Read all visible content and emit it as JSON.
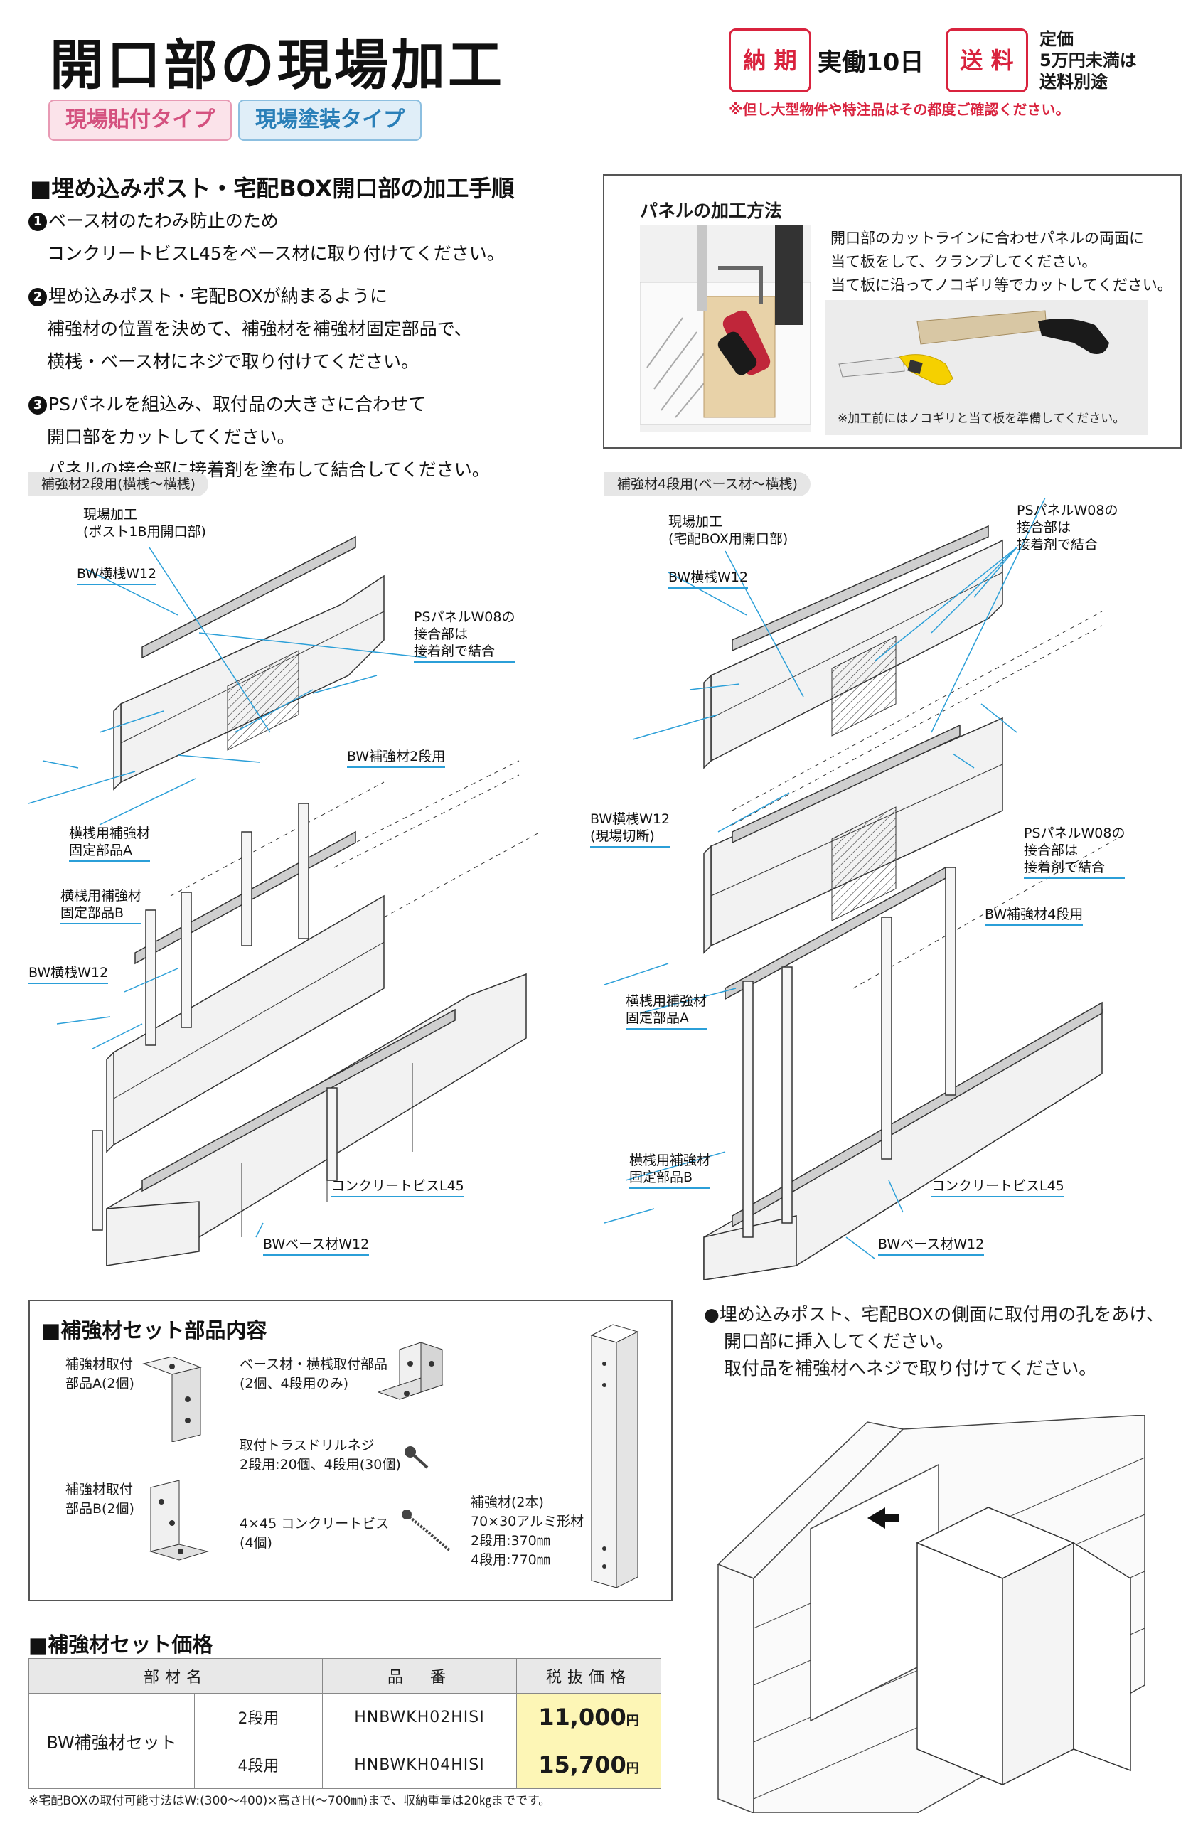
{
  "header": {
    "title": "開口部の現場加工",
    "tags": [
      "現場貼付タイプ",
      "現場塗装タイプ"
    ],
    "delivery_label": "納 期",
    "delivery_value": "実働10日",
    "shipping_label": "送 料",
    "shipping_value_lines": [
      "定価",
      "5万円未満は",
      "送料別途"
    ],
    "notice": "※但し大型物件や特注品はその都度ご確認ください。"
  },
  "procedure": {
    "heading": "■埋め込みポスト・宅配BOX開口部の加工手順",
    "steps": [
      {
        "num": "1",
        "lines": [
          "ベース材のたわみ防止のため",
          "コンクリートビスL45をベース材に取り付けてください。"
        ]
      },
      {
        "num": "2",
        "lines": [
          "埋め込みポスト・宅配BOXが納まるように",
          "補強材の位置を決めて、補強材を補強材固定部品で、",
          "横桟・ベース材にネジで取り付けてください。"
        ]
      },
      {
        "num": "3",
        "lines": [
          "PSパネルを組込み、取付品の大きさに合わせて",
          "開口部をカットしてください。",
          "パネルの接合部に接着剤を塗布して結合してください。"
        ]
      }
    ]
  },
  "panel_method": {
    "title": "パネルの加工方法",
    "lines": [
      "開口部のカットラインに合わせパネルの両面に",
      "当て板をして、クランプしてください。",
      "当て板に沿ってノコギリ等でカットしてください。"
    ],
    "note": "※加工前にはノコギリと当て板を準備してください。"
  },
  "diagram_left": {
    "label": "補強材2段用(横桟～横桟)",
    "callouts": {
      "opening": [
        "現場加工",
        "(ポスト1B用開口部)"
      ],
      "bw_rail_top": "BW横桟W12",
      "ps_panel": [
        "PSパネルW08の",
        "接合部は",
        "接着剤で結合"
      ],
      "reinforce": "BW補強材2段用",
      "part_a": [
        "横桟用補強材",
        "固定部品A"
      ],
      "part_b": [
        "横桟用補強材",
        "固定部品B"
      ],
      "bw_rail_bottom": "BW横桟W12",
      "screw": "コンクリートビスL45",
      "base": "BWベース材W12"
    }
  },
  "diagram_right": {
    "label": "補強材4段用(ベース材～横桟)",
    "callouts": {
      "opening": [
        "現場加工",
        "(宅配BOX用開口部)"
      ],
      "bw_rail_top": "BW横桟W12",
      "ps_panel_top": [
        "PSパネルW08の",
        "接合部は",
        "接着剤で結合"
      ],
      "bw_rail_cut": [
        "BW横桟W12",
        "(現場切断)"
      ],
      "ps_panel_mid": [
        "PSパネルW08の",
        "接合部は",
        "接着剤で結合"
      ],
      "reinforce": "BW補強材4段用",
      "part_a": [
        "横桟用補強材",
        "固定部品A"
      ],
      "part_b": [
        "横桟用補強材",
        "固定部品B"
      ],
      "screw": "コンクリートビスL45",
      "base": "BWベース材W12"
    }
  },
  "parts_set": {
    "heading": "■補強材セット部品内容",
    "part_a": [
      "補強材取付",
      "部品A(2個)"
    ],
    "base_parts": [
      "ベース材・横桟取付部品",
      "(2個、4段用のみ)"
    ],
    "truss_screw": [
      "取付トラスドリルネジ",
      "2段用:20個、4段用(30個)"
    ],
    "part_b": [
      "補強材取付",
      "部品B(2個)"
    ],
    "concrete_screw": [
      "4×45 コンクリートビス",
      "(4個)"
    ],
    "reinforce": [
      "補強材(2本)",
      "70×30アルミ形材",
      "2段用:370㎜",
      "4段用:770㎜"
    ]
  },
  "install_note": {
    "lines": [
      "●埋め込みポスト、宅配BOXの側面に取付用の孔をあけ、",
      "開口部に挿入してください。",
      "取付品を補強材へネジで取り付けてください。"
    ]
  },
  "price_table": {
    "heading": "■補強材セット価格",
    "headers": [
      "部材名",
      "品　番",
      "税抜価格"
    ],
    "product": "BW補強材セット",
    "rows": [
      {
        "type": "2段用",
        "code": "HNBWKH02HISI",
        "price": "11,000",
        "unit": "円"
      },
      {
        "type": "4段用",
        "code": "HNBWKH04HISI",
        "price": "15,700",
        "unit": "円"
      }
    ],
    "footnote": "※宅配BOXの取付可能寸法はW:(300～400)×高さH(～700㎜)まで、収納重量は20㎏までです。"
  }
}
